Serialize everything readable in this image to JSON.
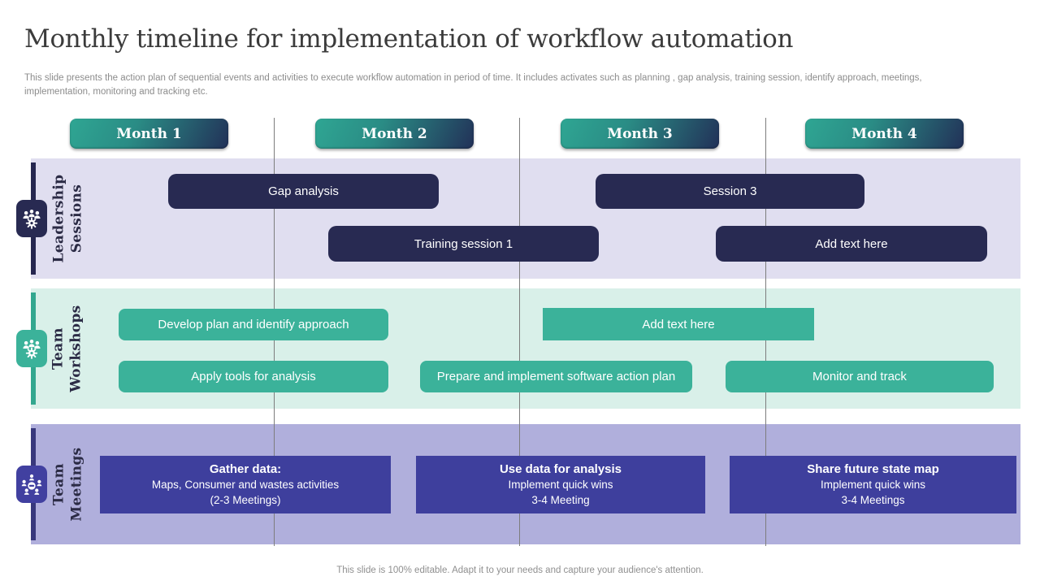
{
  "slide": {
    "title": "Monthly timeline for implementation of workflow automation",
    "subtitle": "This slide presents the action plan of sequential events and activities to execute workflow automation in period of time. It includes activates such as planning , gap analysis, training session, identify approach, meetings, implementation, monitoring and tracking etc.",
    "footer": "This slide is 100% editable. Adapt it to your needs and capture your audience's attention."
  },
  "months": [
    "Month 1",
    "Month 2",
    "Month 3",
    "Month 4"
  ],
  "rows": [
    {
      "label": "Leadership Sessions",
      "label_lines": [
        "Leadership",
        "Sessions"
      ],
      "icon": "meeting-people-gear-icon",
      "bars": [
        "Gap analysis",
        "Training session 1",
        "Session 3",
        "Add text here"
      ]
    },
    {
      "label": "Team Workshops",
      "label_lines": [
        "Team",
        "Workshops"
      ],
      "icon": "team-people-gear-icon",
      "bars": [
        "Develop plan and identify approach",
        "Apply tools for analysis",
        "Add text here",
        "Prepare and implement software action plan",
        "Monitor and track"
      ]
    },
    {
      "label": "Team Meetings",
      "label_lines": [
        "Team",
        "Meetings"
      ],
      "icon": "roundtable-people-icon",
      "boxes": [
        {
          "title": "Gather data:",
          "line2": "Maps, Consumer and wastes activities",
          "line3": "(2-3 Meetings)"
        },
        {
          "title": "Use data for analysis",
          "line2": "Implement quick wins",
          "line3": "3-4 Meeting"
        },
        {
          "title": "Share future state map",
          "line2": "Implement quick wins",
          "line3": "3-4 Meetings"
        }
      ]
    }
  ],
  "colors": {
    "month_pill_gradient_start": "#2fa693",
    "month_pill_gradient_end": "#223158",
    "leadership_row_bg": "#e0def0",
    "leadership_bar": "#282a52",
    "workshops_row_bg": "#d9f0e9",
    "workshops_bar": "#3bb29a",
    "meetings_row_bg": "#b0afdc",
    "meetings_box": "#3e3f9d",
    "gridline": "#7d7d7d"
  }
}
